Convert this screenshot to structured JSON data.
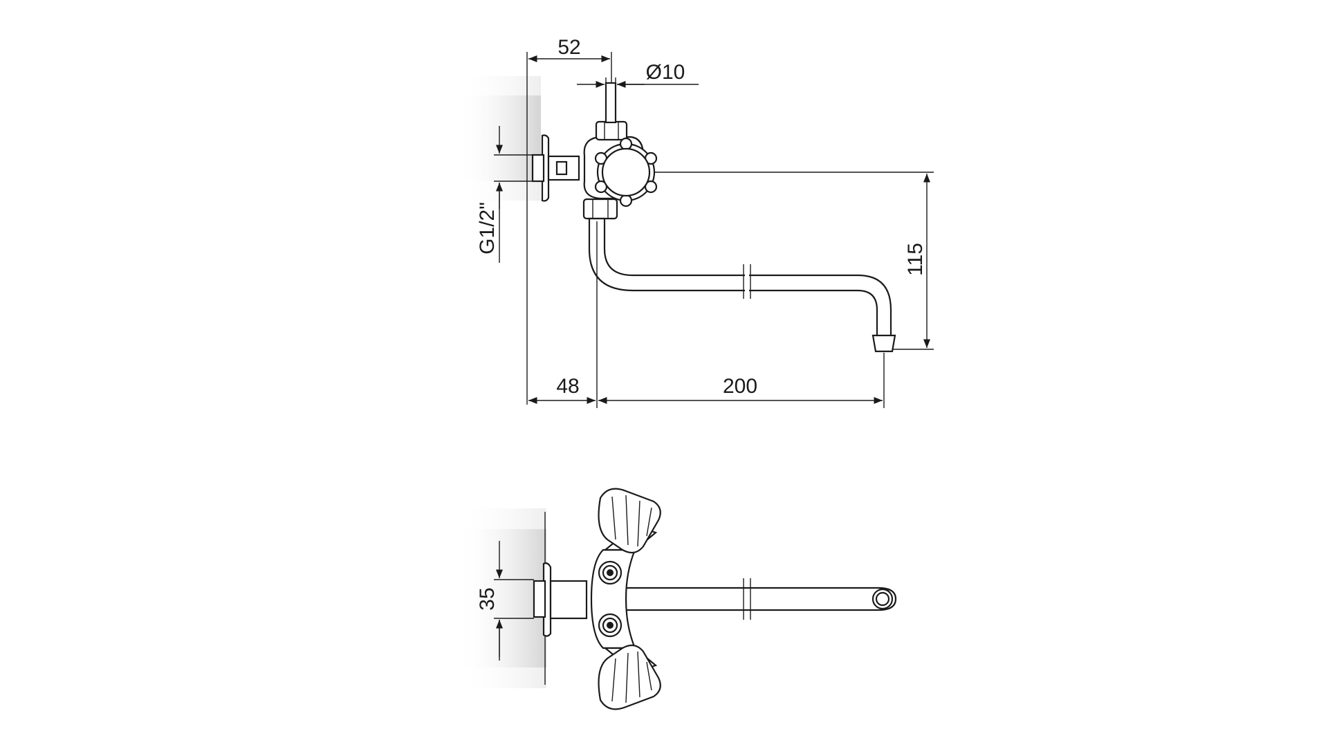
{
  "dimensions": {
    "d52": "52",
    "d10": "Ø10",
    "d115": "115",
    "d48": "48",
    "d200": "200",
    "thread": "G1/2\"",
    "d35": "35"
  },
  "colors": {
    "line": "#1a1a1a",
    "background": "#ffffff",
    "wall_shade": "#dcdcdc"
  }
}
